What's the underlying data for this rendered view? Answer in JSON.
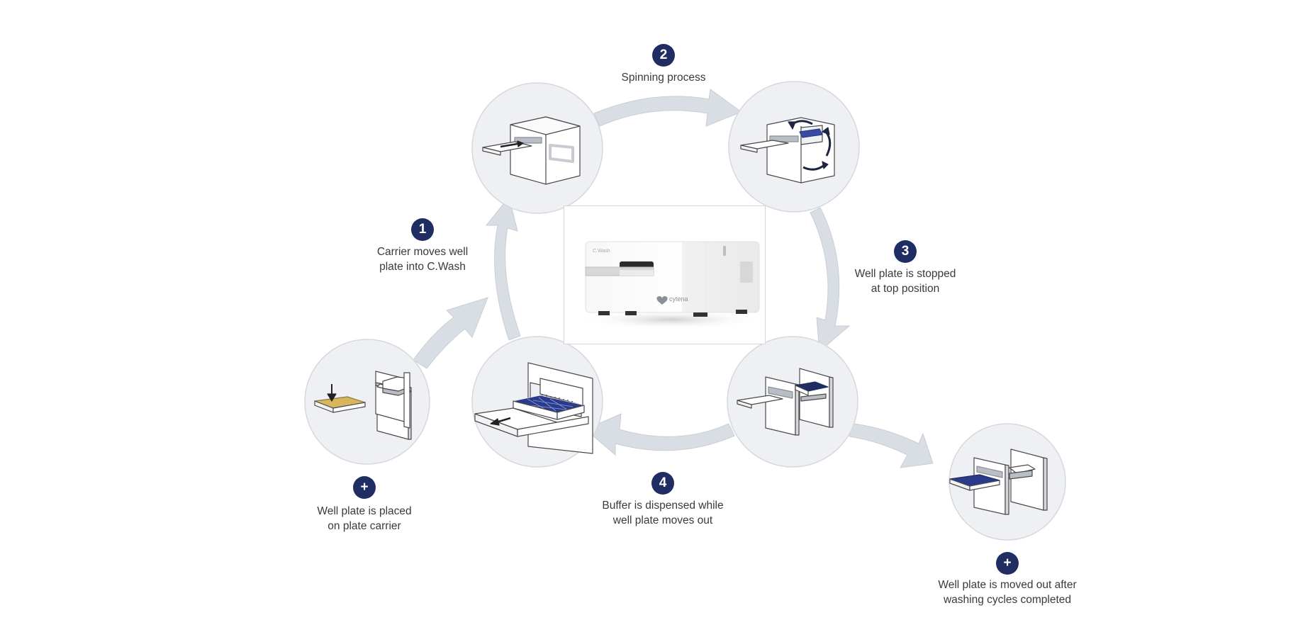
{
  "colors": {
    "badge": "#1f2d63",
    "arrow_fill": "#d9dde4",
    "circle_fill": "#eef0f3",
    "circle_stroke": "#d6d8dc",
    "plate_blue": "#2c3a8c",
    "plate_gold": "#d9b65c",
    "line": "#4a4a4a",
    "text": "#3a3a3a"
  },
  "steps": [
    {
      "id": "start",
      "badge": "+",
      "label_lines": [
        "Well plate is placed",
        "on plate carrier"
      ],
      "icon": "plate-placed-on-carrier-illustration"
    },
    {
      "id": "step1",
      "badge": "1",
      "label_lines": [
        "Carrier moves well",
        "plate into C.Wash"
      ],
      "icon": "carrier-moves-into-device-illustration"
    },
    {
      "id": "step2",
      "badge": "2",
      "label_lines": [
        "Spinning process"
      ],
      "icon": "spinning-process-illustration"
    },
    {
      "id": "step3",
      "badge": "3",
      "label_lines": [
        "Well plate is stopped",
        "at top position"
      ],
      "icon": "plate-stopped-top-illustration"
    },
    {
      "id": "step4",
      "badge": "4",
      "label_lines": [
        "Buffer is dispensed while",
        "well plate moves out"
      ],
      "icon": "buffer-dispensed-illustration"
    },
    {
      "id": "end",
      "badge": "+",
      "label_lines": [
        "Well plate is moved out after",
        "washing cycles completed"
      ],
      "icon": "plate-moved-out-illustration"
    }
  ],
  "device": {
    "name": "C.Wash device photo",
    "model_label": "C.Wash",
    "brand_label": "cytena"
  }
}
